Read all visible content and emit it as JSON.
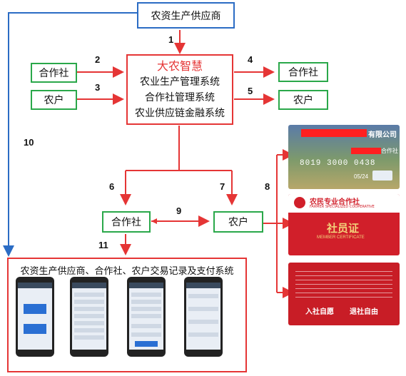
{
  "nodes": {
    "supplier": "农资生产供应商",
    "center": {
      "brand": "大农智慧",
      "systems": [
        "农业生产管理系统",
        "合作社管理系统",
        "农业供应链金融系统"
      ]
    },
    "coop_left": "合作社",
    "farmer_left": "农户",
    "coop_right": "合作社",
    "farmer_right": "农户",
    "coop_bottom": "合作社",
    "farmer_bottom": "农户",
    "payment": "农资生产供应商、合作社、农户交易记录及支付系统"
  },
  "labels": [
    "1",
    "2",
    "3",
    "4",
    "5",
    "6",
    "7",
    "8",
    "9",
    "10",
    "11"
  ],
  "cards": {
    "card1_company": "有限公司",
    "card1_sub": "合作社",
    "card1_number": "8019 3000 0438",
    "card1_date": "05/24",
    "card2_coop": "农民专业合作社",
    "card2_coop_en": "FARMER SPECIALIZED COOPERATIVE",
    "card2_title": "社员证",
    "card2_title_en": "MEMBER CERTIFICATE",
    "card3_left": "入社自愿",
    "card3_right": "退社自由"
  },
  "colors": {
    "green": "#2aa84a",
    "blue": "#2b6cc4",
    "red": "#e53535",
    "card_red": "#d11f2a"
  }
}
